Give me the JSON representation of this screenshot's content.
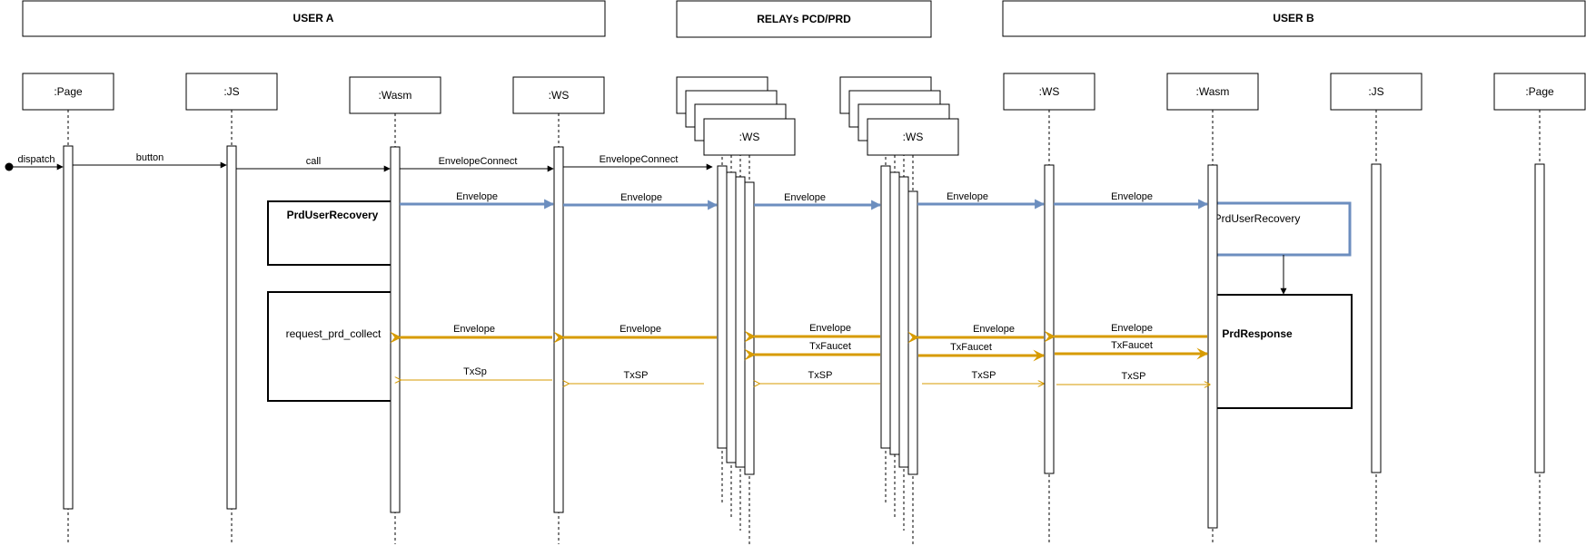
{
  "groups": {
    "user_a": "USER A",
    "relays": "RELAYs PCD/PRD",
    "user_b": "USER B"
  },
  "participants": {
    "page_a": ":Page",
    "js_a": ":JS",
    "wasm_a": ":Wasm",
    "ws_a": ":WS",
    "relay1_ws": ":WS",
    "relay2_ws": ":WS",
    "ws_b": ":WS",
    "wasm_b": ":Wasm",
    "js_b": ":JS",
    "page_b": ":Page"
  },
  "messages": {
    "dispatch": "dispatch",
    "button": "button",
    "call": "call",
    "envelope_connect_1": "EnvelopeConnect",
    "envelope_connect_2": "EnvelopeConnect",
    "envelope_1": "Envelope",
    "envelope_2": "Envelope",
    "envelope_3": "Envelope",
    "envelope_4": "Envelope",
    "envelope_5": "Envelope",
    "env_back_1": "Envelope",
    "env_back_2": "Envelope",
    "env_back_3": "Envelope",
    "env_back_4": "Envelope",
    "env_back_5": "Envelope",
    "txfaucet_1": "TxFaucet",
    "txfaucet_2": "TxFaucet",
    "txfaucet_3": "TxFaucet",
    "txsp_1": "TxSp",
    "txsp_2": "TxSP",
    "txsp_3": "TxSP",
    "txsp_4": "TxSP",
    "txsp_5": "TxSP"
  },
  "notes": {
    "prd_user_recovery_a": "PrdUserRecovery",
    "request_prd_collect": "request_prd_collect",
    "prd_user_recovery_b": "PrdUserRecovery",
    "prd_response": "PrdResponse"
  },
  "colors": {
    "blue": "#6c8ebf",
    "orange": "#d79b00",
    "black": "#000000"
  }
}
